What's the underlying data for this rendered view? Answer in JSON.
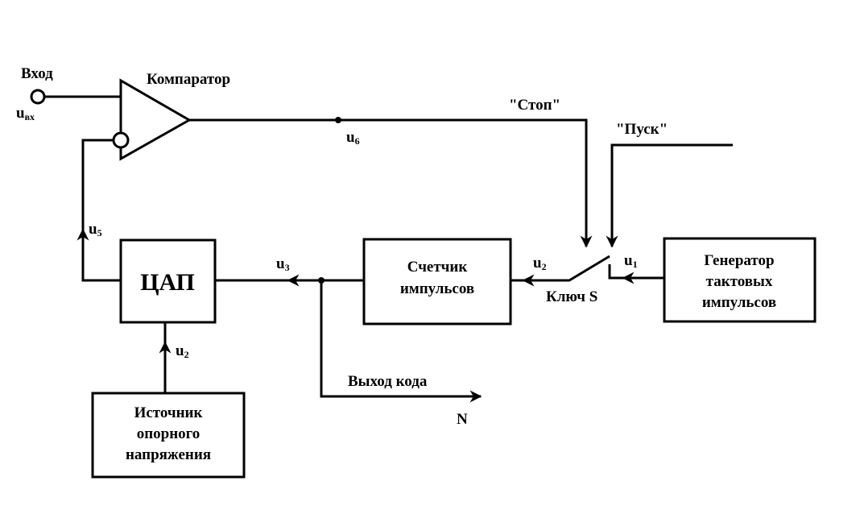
{
  "labels": {
    "input": "Вход",
    "u_in": "u",
    "u_in_sub": "вх",
    "comparator": "Компаратор",
    "u6": "u",
    "u6_sub": "6",
    "stop": "\"Стоп\"",
    "start": "\"Пуск\"",
    "u1": "u",
    "u1_sub": "1",
    "u2_switch": "u",
    "u2_switch_sub": "2",
    "switch": "Ключ S",
    "u3": "u",
    "u3_sub": "3",
    "u5": "u",
    "u5_sub": "5",
    "u2_ref": "u",
    "u2_ref_sub": "2",
    "code_output": "Выход кода",
    "n": "N"
  },
  "blocks": {
    "dac": "ЦАП",
    "counter": [
      "Счетчик",
      "импульсов"
    ],
    "generator": [
      "Генератор",
      "тактовых",
      "импульсов"
    ],
    "reference": [
      "Источник",
      "опорного",
      "напряжения"
    ]
  }
}
